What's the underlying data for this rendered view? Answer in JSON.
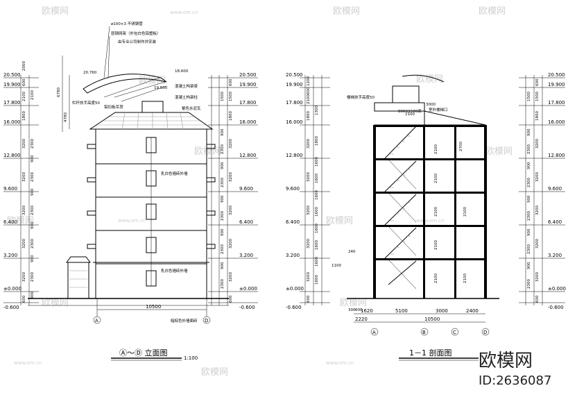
{
  "elevation": {
    "title": "Ⓐ～Ⓓ 立面图",
    "scale": "1:100",
    "levels_left": [
      "20.500",
      "19.900",
      "17.800",
      "16.000",
      "12.800",
      "9.600",
      "6.400",
      "3.200",
      "±0.000",
      "-0.600"
    ],
    "levels_right": [
      "20.500",
      "19.900",
      "17.800",
      "16.000",
      "12.800",
      "9.600",
      "6.400",
      "3.200",
      "±0.000",
      "-0.600"
    ],
    "dims_left_outer": [
      "2000",
      "600",
      "2100",
      "1800",
      "3200",
      "3200",
      "3200",
      "3200",
      "3200",
      "600"
    ],
    "dims_left_inner": [
      "2100",
      "2300",
      "900",
      "2300",
      "900",
      "2300",
      "900",
      "2300",
      "900",
      "2300",
      "900"
    ],
    "dims_right_outer": [
      "600",
      "1500",
      "1800",
      "3200",
      "3200",
      "3200",
      "3200",
      "3200",
      "600"
    ],
    "dims_right_inner": [
      "1500",
      "900",
      "2300",
      "900",
      "2300",
      "900",
      "2300",
      "900",
      "2300",
      "900",
      "2300"
    ],
    "overall_dims": [
      "4780",
      "6780"
    ],
    "roof_levels": [
      "20.760",
      "18.600",
      "19.500"
    ],
    "notes_top": [
      "ø100×3 不锈钢管",
      "层钢网架（外包白色铝塑板）",
      "由专业公司制作并安装"
    ],
    "notes_right": [
      "混凝土构架梁",
      "混凝土构架柱",
      "紫色水泥瓦"
    ],
    "notes_left": [
      "栏杆扶手高度50",
      "铝扣板吊顶"
    ],
    "notes_mid": [
      "乳白色墙砖外墙",
      "乳白色墙砖外墙"
    ],
    "note_bottom": "暗棕色外墙面砖",
    "width_dim": "10500",
    "axes": [
      "A",
      "D"
    ]
  },
  "section": {
    "title": "1－1 剖面图",
    "levels_left": [
      "20.500",
      "19.900",
      "17.800",
      "16.000",
      "12.800",
      "9.600",
      "6.400",
      "3.200",
      "±0.000",
      "-0.600"
    ],
    "levels_right": [
      "20.500",
      "19.900",
      "17.800",
      "16.000",
      "12.800",
      "9.600",
      "6.400",
      "3.200",
      "±0.000",
      "-0.600"
    ],
    "dims_left_outer": [
      "1200",
      "600",
      "2100",
      "1800",
      "3200",
      "3200",
      "3200",
      "3200",
      "3200",
      "600"
    ],
    "dims_left_inner": [
      "1300",
      "1800",
      "1600",
      "1600",
      "1600",
      "1600",
      "1600",
      "1600",
      "1600",
      "1600"
    ],
    "dims_right_outer": [
      "600",
      "1500",
      "1800",
      "3200",
      "3200",
      "3200",
      "3200",
      "3200",
      "600"
    ],
    "dims_right_inner": [
      "1500",
      "900",
      "2300",
      "900",
      "2300",
      "900",
      "2300",
      "900",
      "2300",
      "900",
      "2300"
    ],
    "inner_labels": [
      "2100",
      "3000",
      "2700",
      "2100",
      "2100",
      "2100",
      "2100",
      "2100",
      "2100",
      "2100"
    ],
    "opening_label": "800X1500高",
    "rail_note": "楼梯扶手高度50",
    "roof_note": "室外楼梯口",
    "span_dims": [
      "1620",
      "5100",
      "3000",
      "2400"
    ],
    "total_dims": [
      "2220",
      "10500"
    ],
    "small_dims": [
      "1100",
      "240",
      "300",
      "600"
    ],
    "axes": [
      "A",
      "B",
      "C",
      "D"
    ]
  },
  "brand": {
    "name": "欧模网",
    "id": "ID:2636087"
  },
  "watermarks": {
    "logo": "欧模网",
    "url": "www.om.cn"
  }
}
